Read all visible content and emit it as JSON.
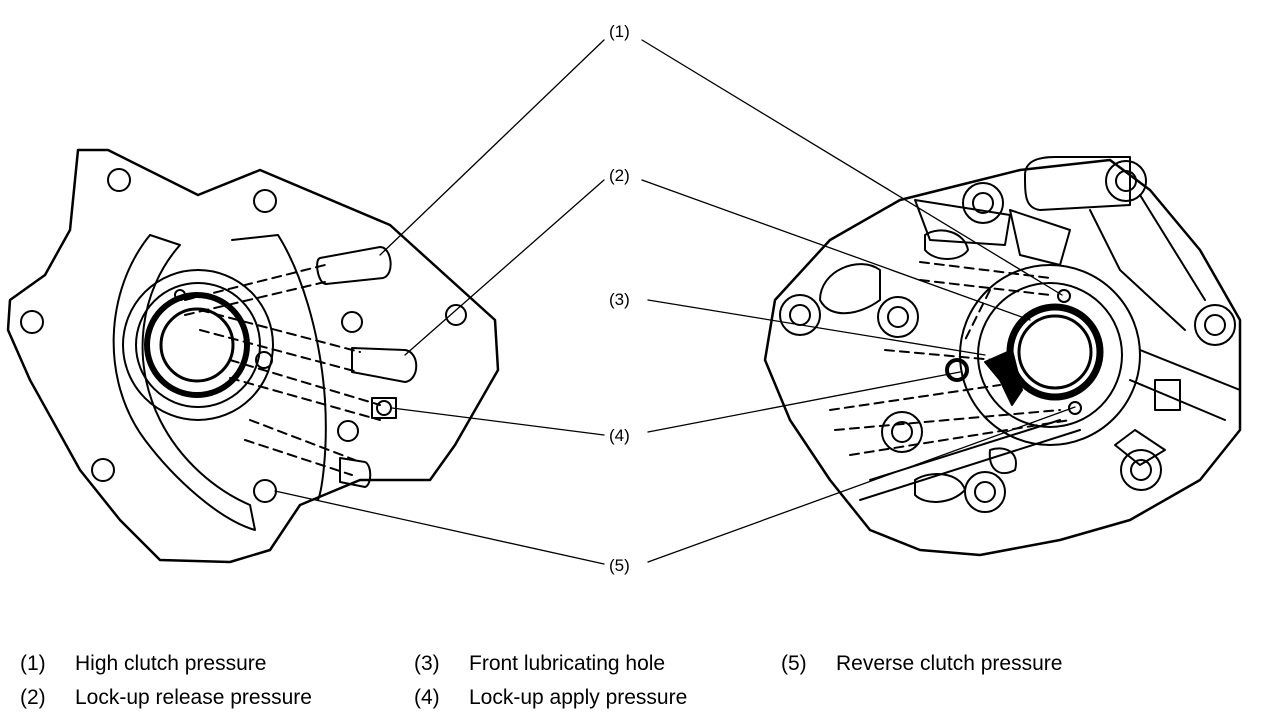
{
  "callouts": {
    "c1": "(1)",
    "c2": "(2)",
    "c3": "(3)",
    "c4": "(4)",
    "c5": "(5)"
  },
  "legend": [
    {
      "number": "(1)",
      "text": "High clutch pressure"
    },
    {
      "number": "(2)",
      "text": "Lock-up release pressure"
    },
    {
      "number": "(3)",
      "text": "Front lubricating hole"
    },
    {
      "number": "(4)",
      "text": "Lock-up apply pressure"
    },
    {
      "number": "(5)",
      "text": "Reverse clutch pressure"
    }
  ]
}
